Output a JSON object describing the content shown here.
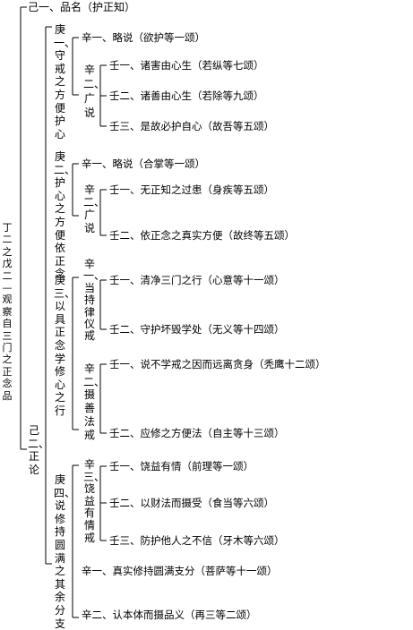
{
  "root": {
    "label": "丁二之戊二—观察自三门之正念品"
  },
  "ji1": {
    "label": "己一、品名（护正知）"
  },
  "ji2": {
    "label": "己二、正论"
  },
  "geng1": {
    "label": "庚一、守戒之方便护心",
    "xin1": "辛一、略说（欲护等一颂）",
    "xin2": "辛二、广说",
    "ren1": "壬一、诸害由心生（若纵等七颂）",
    "ren2": "壬二、诸善由心生（若除等九颂）",
    "ren3": "壬三、是故必护自心（故吾等五颂）"
  },
  "geng2": {
    "label": "庚二、护心之方便依正念",
    "xin1": "辛一、略说（合掌等一颂）",
    "xin2": "辛二、广说",
    "ren1": "壬一、无正知之过患（身疾等五颂）",
    "ren2": "壬二、依正念之真实方便（故终等五颂）"
  },
  "geng3": {
    "label": "庚三、以具正念学修心之行",
    "xin1": "辛一、当持律仪戒",
    "xin1_ren1": "壬一、清净三门之行（心意等十一颂）",
    "xin1_ren2": "壬二、守护坏毁学处（无义等十四颂）",
    "xin2": "辛二、摄善法戒",
    "xin2_ren1": "壬一、说不学戒之因而远离贪身（秃鹰十二颂）",
    "xin2_ren2": "壬二、应修之方便法（自主等十三颂）",
    "xin3": "辛三、饶益有情戒",
    "xin3_ren1": "壬一、饶益有情（前理等一颂）",
    "xin3_ren2": "壬二、以财法而摄受（食当等六颂）",
    "xin3_ren3": "壬三、防护他人之不信（牙木等六颂）"
  },
  "geng4": {
    "label": "庚四、说修持圆满之其余分支",
    "xin1": "辛一、真实修持圆满支分（菩萨等十一颂）",
    "xin2": "辛二、认本体而摄品义（再三等二颂）"
  }
}
